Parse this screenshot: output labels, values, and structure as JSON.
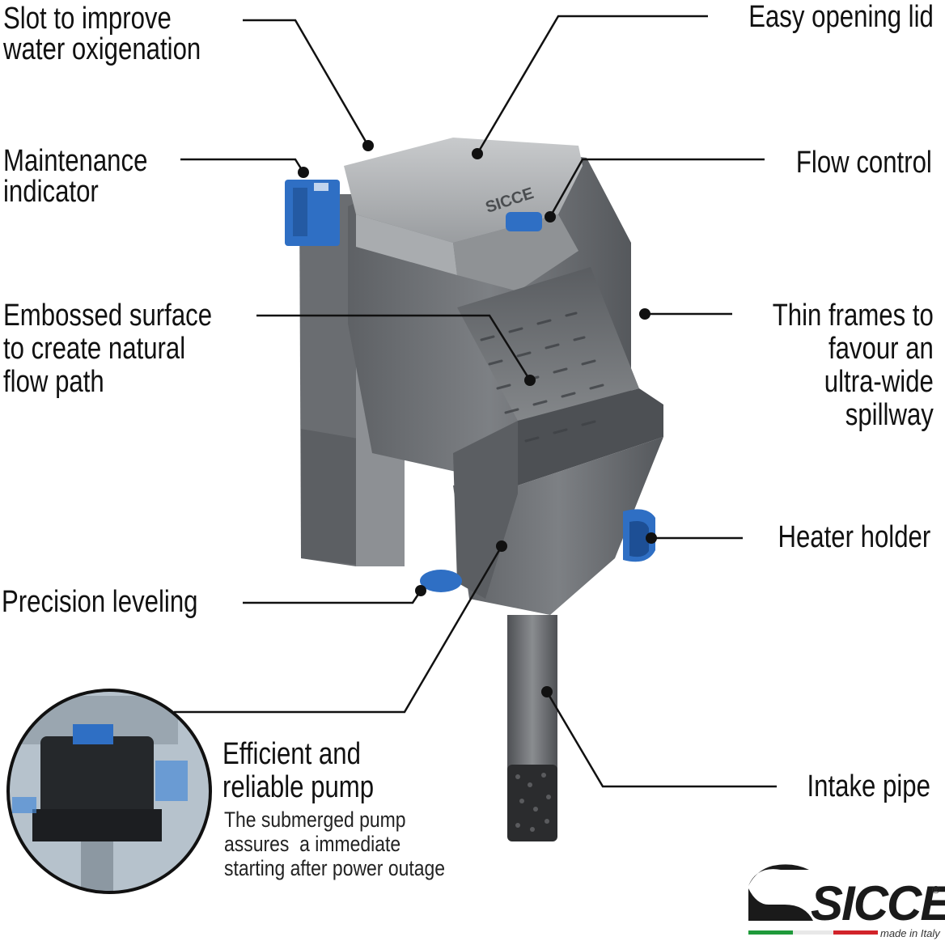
{
  "callouts": {
    "slot": "Slot to improve\nwater oxigenation",
    "lid": "Easy opening lid",
    "maintenance": "Maintenance\nindicator",
    "flow_control": "Flow control",
    "embossed": "Embossed surface\nto create natural\nflow path",
    "thin_frames": "Thin frames to\nfavour an\nultra-wide\nspillway",
    "heater": "Heater holder",
    "leveling": "Precision leveling",
    "pump_title": "Efficient and\nreliable pump",
    "pump_desc": "The submerged pump\nassures  a immediate\nstarting after power outage",
    "intake": "Intake pipe"
  },
  "brand": {
    "product_logo": "SICCE",
    "logo": "SICCE",
    "registered": "®",
    "made_in": "made in Italy"
  },
  "colors": {
    "accent_blue": "#2f6fc4",
    "body_gray": "#6b6e72",
    "flag_green": "#1f9a3a",
    "flag_red": "#d2232a"
  }
}
